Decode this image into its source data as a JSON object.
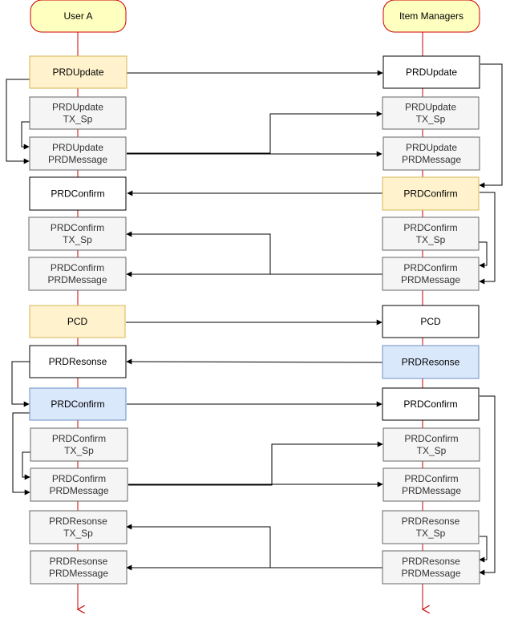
{
  "diagram": {
    "lifelines": [
      {
        "id": "userA",
        "label": "User A"
      },
      {
        "id": "itemManagers",
        "label": "Item Managers"
      }
    ],
    "colors": {
      "lifeline": "#cc0000",
      "header_fill": "#ffffc0",
      "header_stroke": "#cc0000",
      "yellow_fill": "#fff2cc",
      "yellow_stroke": "#d6b656",
      "blue_fill": "#dae8fc",
      "blue_stroke": "#6c8ebf",
      "grey_fill": "#f5f5f5",
      "grey_stroke": "#666666",
      "white_fill": "#ffffff",
      "white_stroke": "#000000",
      "arrow": "#000000"
    },
    "left_boxes": [
      {
        "lines": [
          "PRDUpdate"
        ],
        "style": "yellow"
      },
      {
        "lines": [
          "PRDUpdate",
          "TX_Sp"
        ],
        "style": "grey"
      },
      {
        "lines": [
          "PRDUpdate",
          "PRDMessage"
        ],
        "style": "grey"
      },
      {
        "lines": [
          "PRDConfirm"
        ],
        "style": "white"
      },
      {
        "lines": [
          "PRDConfirm",
          "TX_Sp"
        ],
        "style": "grey"
      },
      {
        "lines": [
          "PRDConfirm",
          "PRDMessage"
        ],
        "style": "grey"
      },
      {
        "lines": [
          "PCD"
        ],
        "style": "yellow"
      },
      {
        "lines": [
          "PRDResonse"
        ],
        "style": "white"
      },
      {
        "lines": [
          "PRDConfirm"
        ],
        "style": "blue"
      },
      {
        "lines": [
          "PRDConfirm",
          "TX_Sp"
        ],
        "style": "grey"
      },
      {
        "lines": [
          "PRDConfirm",
          "PRDMessage"
        ],
        "style": "grey"
      },
      {
        "lines": [
          "PRDResonse",
          "TX_Sp"
        ],
        "style": "grey"
      },
      {
        "lines": [
          "PRDResonse",
          "PRDMessage"
        ],
        "style": "grey"
      }
    ],
    "right_boxes": [
      {
        "lines": [
          "PRDUpdate"
        ],
        "style": "white"
      },
      {
        "lines": [
          "PRDUpdate",
          "TX_Sp"
        ],
        "style": "grey"
      },
      {
        "lines": [
          "PRDUpdate",
          "PRDMessage"
        ],
        "style": "grey"
      },
      {
        "lines": [
          "PRDConfirm"
        ],
        "style": "yellow"
      },
      {
        "lines": [
          "PRDConfirm",
          "TX_Sp"
        ],
        "style": "grey"
      },
      {
        "lines": [
          "PRDConfirm",
          "PRDMessage"
        ],
        "style": "grey"
      },
      {
        "lines": [
          "PCD"
        ],
        "style": "white"
      },
      {
        "lines": [
          "PRDResonse"
        ],
        "style": "blue"
      },
      {
        "lines": [
          "PRDConfirm"
        ],
        "style": "white"
      },
      {
        "lines": [
          "PRDConfirm",
          "TX_Sp"
        ],
        "style": "grey"
      },
      {
        "lines": [
          "PRDConfirm",
          "PRDMessage"
        ],
        "style": "grey"
      },
      {
        "lines": [
          "PRDResonse",
          "TX_Sp"
        ],
        "style": "grey"
      },
      {
        "lines": [
          "PRDResonse",
          "PRDMessage"
        ],
        "style": "grey"
      }
    ],
    "messages": [
      {
        "from": "L0",
        "to": "R0"
      },
      {
        "from": "L0",
        "to": "L2"
      },
      {
        "from": "L1",
        "to": "L2"
      },
      {
        "from": "L2",
        "to": "R1"
      },
      {
        "from": "L2",
        "to": "R2"
      },
      {
        "from": "R0",
        "to": "R3"
      },
      {
        "from": "R3",
        "to": "L3"
      },
      {
        "from": "R4",
        "to": "R5"
      },
      {
        "from": "R3",
        "to": "R5"
      },
      {
        "from": "R5",
        "to": "L4"
      },
      {
        "from": "R5",
        "to": "L5"
      },
      {
        "from": "L6",
        "to": "R6"
      },
      {
        "from": "R7",
        "to": "L7"
      },
      {
        "from": "L7",
        "to": "L8"
      },
      {
        "from": "L8",
        "to": "R8"
      },
      {
        "from": "L8",
        "to": "L10"
      },
      {
        "from": "L9",
        "to": "L10"
      },
      {
        "from": "L10",
        "to": "R9"
      },
      {
        "from": "L10",
        "to": "R10"
      },
      {
        "from": "R8",
        "to": "R12"
      },
      {
        "from": "R11",
        "to": "R12"
      },
      {
        "from": "R12",
        "to": "L11"
      },
      {
        "from": "R12",
        "to": "L12"
      }
    ]
  }
}
